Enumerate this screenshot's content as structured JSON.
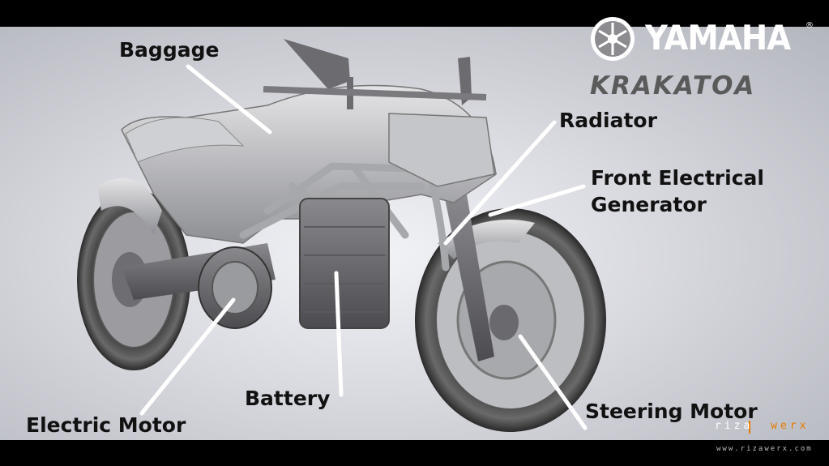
{
  "brand": {
    "name": "YAMAHA",
    "registered_mark": "®",
    "model": "KRAKATOA"
  },
  "labels": {
    "baggage": "Baggage",
    "radiator": "Radiator",
    "front_generator_line1": "Front Electrical",
    "front_generator_line2": "Generator",
    "battery": "Battery",
    "electric_motor": "Electric Motor",
    "steering_motor": "Steering Motor"
  },
  "watermark": {
    "name_left": "riza",
    "name_right": "werx",
    "url": "www.rizawerx.com"
  },
  "colors": {
    "label_text": "#111111",
    "leader_line": "#ffffff",
    "watermark_accent": "#e87a00",
    "subtitle": "#5a5a5a"
  }
}
